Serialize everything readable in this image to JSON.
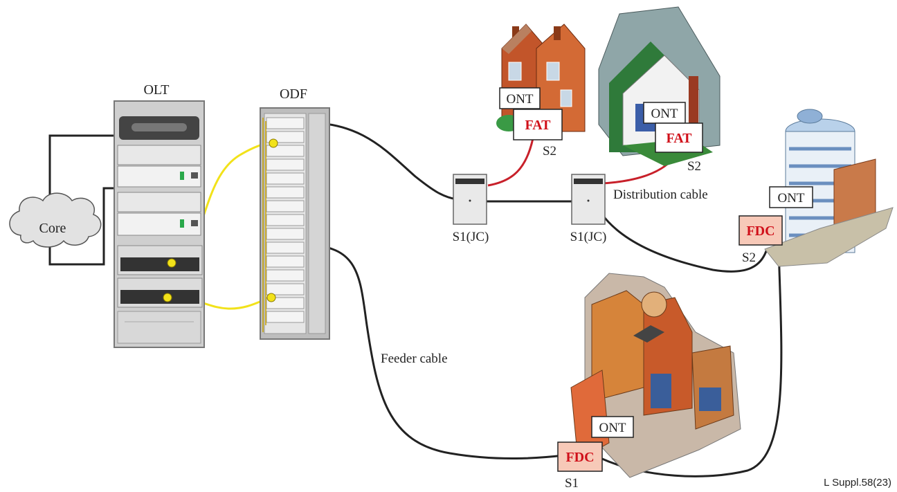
{
  "labels": {
    "olt": "OLT",
    "odf": "ODF",
    "core": "Core",
    "s1jc_left": "S1(JC)",
    "s1jc_right": "S1(JC)",
    "distribution_cable": "Distribution cable",
    "feeder_cable": "Feeder cable",
    "ont_houses": "ONT",
    "ont_villa": "ONT",
    "ont_tower": "ONT",
    "ont_mall": "ONT",
    "fat_houses": "FAT",
    "fat_villa": "FAT",
    "fdc_tower": "FDC",
    "fdc_mall": "FDC",
    "s2_houses": "S2",
    "s2_villa": "S2",
    "s2_tower": "S2",
    "s1_mall": "S1",
    "figure_ref": "L Suppl.58(23)"
  },
  "colors": {
    "cable": "#222222",
    "drop_cable": "#c8202a",
    "patch_cord": "#f2e21a",
    "box_label_text": "#d0101a",
    "fdc_fill": "#f7c9b8"
  }
}
